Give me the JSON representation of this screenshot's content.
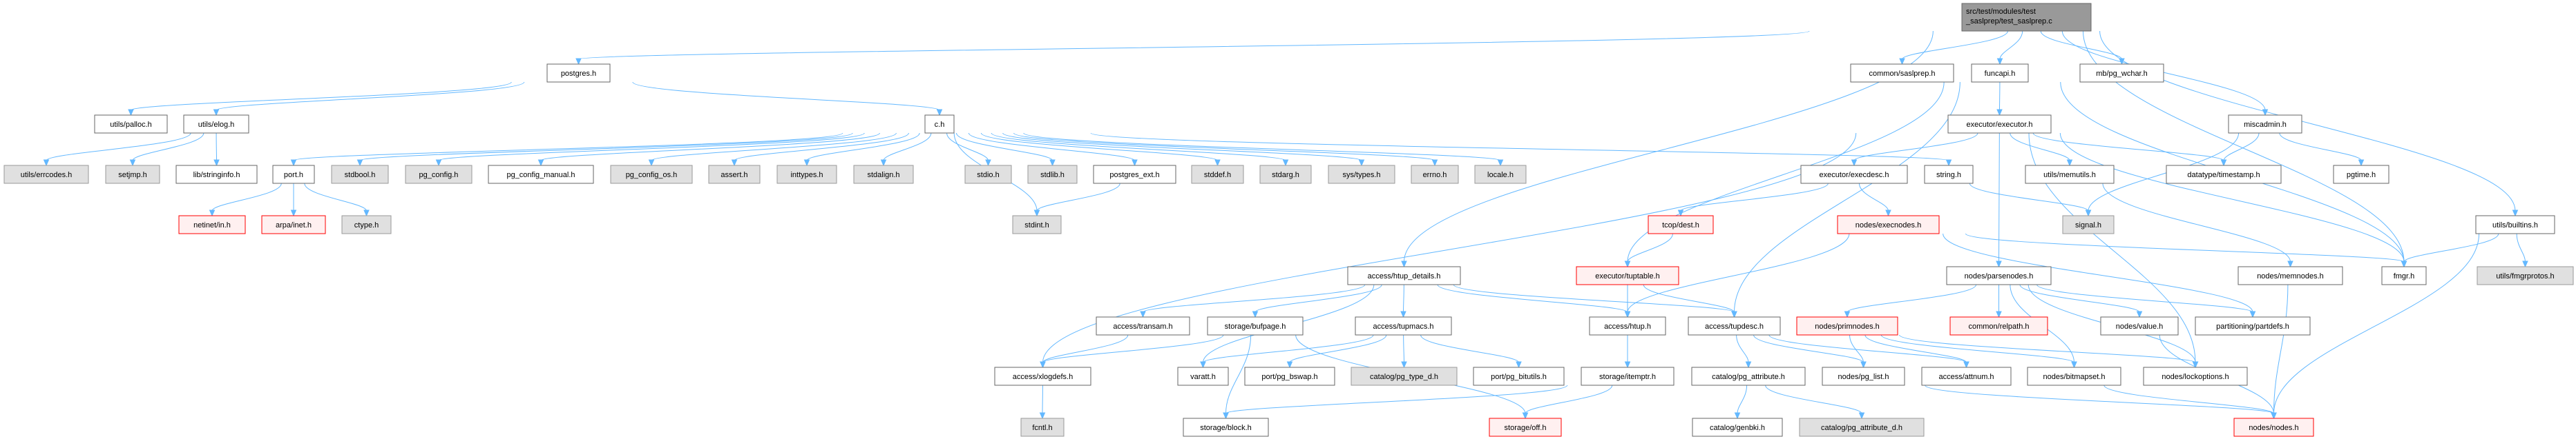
{
  "graph": {
    "root": {
      "id": "root",
      "lines": [
        "src/test/modules/test",
        "_saslprep/test_saslprep.c"
      ],
      "kind": "root"
    },
    "nodes": [
      {
        "id": "postgres",
        "label": "postgres.h",
        "kind": "white"
      },
      {
        "id": "saslprep",
        "label": "common/saslprep.h",
        "kind": "white"
      },
      {
        "id": "funcapi",
        "label": "funcapi.h",
        "kind": "white"
      },
      {
        "id": "pgwchar",
        "label": "mb/pg_wchar.h",
        "kind": "white"
      },
      {
        "id": "palloc",
        "label": "utils/palloc.h",
        "kind": "white"
      },
      {
        "id": "elog",
        "label": "utils/elog.h",
        "kind": "white"
      },
      {
        "id": "c",
        "label": "c.h",
        "kind": "white"
      },
      {
        "id": "executor",
        "label": "executor/executor.h",
        "kind": "white"
      },
      {
        "id": "miscadmin",
        "label": "miscadmin.h",
        "kind": "white"
      },
      {
        "id": "errcodes",
        "label": "utils/errcodes.h",
        "kind": "gray"
      },
      {
        "id": "setjmp",
        "label": "setjmp.h",
        "kind": "gray"
      },
      {
        "id": "stringinfo",
        "label": "lib/stringinfo.h",
        "kind": "white"
      },
      {
        "id": "port",
        "label": "port.h",
        "kind": "white"
      },
      {
        "id": "stdbool",
        "label": "stdbool.h",
        "kind": "gray"
      },
      {
        "id": "pgconfig",
        "label": "pg_config.h",
        "kind": "gray"
      },
      {
        "id": "pgconfigmanual",
        "label": "pg_config_manual.h",
        "kind": "white"
      },
      {
        "id": "pgconfigos",
        "label": "pg_config_os.h",
        "kind": "gray"
      },
      {
        "id": "assert",
        "label": "assert.h",
        "kind": "gray"
      },
      {
        "id": "inttypes",
        "label": "inttypes.h",
        "kind": "gray"
      },
      {
        "id": "stdalign",
        "label": "stdalign.h",
        "kind": "gray"
      },
      {
        "id": "stdio",
        "label": "stdio.h",
        "kind": "gray"
      },
      {
        "id": "stdlib",
        "label": "stdlib.h",
        "kind": "gray"
      },
      {
        "id": "postgresext",
        "label": "postgres_ext.h",
        "kind": "white"
      },
      {
        "id": "stddef",
        "label": "stddef.h",
        "kind": "gray"
      },
      {
        "id": "stdarg",
        "label": "stdarg.h",
        "kind": "gray"
      },
      {
        "id": "systypes",
        "label": "sys/types.h",
        "kind": "gray"
      },
      {
        "id": "errno",
        "label": "errno.h",
        "kind": "gray"
      },
      {
        "id": "locale",
        "label": "locale.h",
        "kind": "gray"
      },
      {
        "id": "execdesc",
        "label": "executor/execdesc.h",
        "kind": "white"
      },
      {
        "id": "string",
        "label": "string.h",
        "kind": "white"
      },
      {
        "id": "memutils",
        "label": "utils/memutils.h",
        "kind": "white"
      },
      {
        "id": "timestamp",
        "label": "datatype/timestamp.h",
        "kind": "white"
      },
      {
        "id": "pgtime",
        "label": "pgtime.h",
        "kind": "white"
      },
      {
        "id": "netinet",
        "label": "netinet/in.h",
        "kind": "red"
      },
      {
        "id": "arpainet",
        "label": "arpa/inet.h",
        "kind": "red"
      },
      {
        "id": "ctype",
        "label": "ctype.h",
        "kind": "gray"
      },
      {
        "id": "stdint",
        "label": "stdint.h",
        "kind": "gray"
      },
      {
        "id": "tcopdest",
        "label": "tcop/dest.h",
        "kind": "red"
      },
      {
        "id": "execnodes",
        "label": "nodes/execnodes.h",
        "kind": "red"
      },
      {
        "id": "signal",
        "label": "signal.h",
        "kind": "gray"
      },
      {
        "id": "builtins",
        "label": "utils/builtins.h",
        "kind": "white"
      },
      {
        "id": "htupdetails",
        "label": "access/htup_details.h",
        "kind": "white"
      },
      {
        "id": "tuptable",
        "label": "executor/tuptable.h",
        "kind": "red"
      },
      {
        "id": "parsenodes",
        "label": "nodes/parsenodes.h",
        "kind": "white"
      },
      {
        "id": "memnodes",
        "label": "nodes/memnodes.h",
        "kind": "white"
      },
      {
        "id": "fmgr",
        "label": "fmgr.h",
        "kind": "white"
      },
      {
        "id": "fmgrprotos",
        "label": "utils/fmgrprotos.h",
        "kind": "gray"
      },
      {
        "id": "transam",
        "label": "access/transam.h",
        "kind": "white"
      },
      {
        "id": "bufpage",
        "label": "storage/bufpage.h",
        "kind": "white"
      },
      {
        "id": "tupmacs",
        "label": "access/tupmacs.h",
        "kind": "white"
      },
      {
        "id": "htup",
        "label": "access/htup.h",
        "kind": "white"
      },
      {
        "id": "tupdesc",
        "label": "access/tupdesc.h",
        "kind": "white"
      },
      {
        "id": "primnodes",
        "label": "nodes/primnodes.h",
        "kind": "red"
      },
      {
        "id": "relpath",
        "label": "common/relpath.h",
        "kind": "red"
      },
      {
        "id": "value",
        "label": "nodes/value.h",
        "kind": "white"
      },
      {
        "id": "partdefs",
        "label": "partitioning/partdefs.h",
        "kind": "white"
      },
      {
        "id": "xlogdefs",
        "label": "access/xlogdefs.h",
        "kind": "white"
      },
      {
        "id": "varatt",
        "label": "varatt.h",
        "kind": "white"
      },
      {
        "id": "pgbswap",
        "label": "port/pg_bswap.h",
        "kind": "white"
      },
      {
        "id": "pgtyped",
        "label": "catalog/pg_type_d.h",
        "kind": "gray"
      },
      {
        "id": "pgbitutils",
        "label": "port/pg_bitutils.h",
        "kind": "white"
      },
      {
        "id": "itemptr",
        "label": "storage/itemptr.h",
        "kind": "white"
      },
      {
        "id": "pgattribute",
        "label": "catalog/pg_attribute.h",
        "kind": "white"
      },
      {
        "id": "pglist",
        "label": "nodes/pg_list.h",
        "kind": "white"
      },
      {
        "id": "attnum",
        "label": "access/attnum.h",
        "kind": "white"
      },
      {
        "id": "bitmapset",
        "label": "nodes/bitmapset.h",
        "kind": "white"
      },
      {
        "id": "lockoptions",
        "label": "nodes/lockoptions.h",
        "kind": "white"
      },
      {
        "id": "fcntl",
        "label": "fcntl.h",
        "kind": "gray"
      },
      {
        "id": "block",
        "label": "storage/block.h",
        "kind": "white"
      },
      {
        "id": "off",
        "label": "storage/off.h",
        "kind": "red"
      },
      {
        "id": "genbki",
        "label": "catalog/genbki.h",
        "kind": "white"
      },
      {
        "id": "pgattributed",
        "label": "catalog/pg_attribute_d.h",
        "kind": "gray"
      },
      {
        "id": "nodes",
        "label": "nodes/nodes.h",
        "kind": "red"
      }
    ],
    "edges": [
      [
        "root",
        "postgres"
      ],
      [
        "root",
        "saslprep"
      ],
      [
        "root",
        "funcapi"
      ],
      [
        "root",
        "pgwchar"
      ],
      [
        "root",
        "miscadmin"
      ],
      [
        "root",
        "fmgr"
      ],
      [
        "root",
        "builtins"
      ],
      [
        "root",
        "htupdetails"
      ],
      [
        "postgres",
        "palloc"
      ],
      [
        "postgres",
        "elog"
      ],
      [
        "postgres",
        "c"
      ],
      [
        "elog",
        "errcodes"
      ],
      [
        "elog",
        "setjmp"
      ],
      [
        "elog",
        "stringinfo"
      ],
      [
        "c",
        "port"
      ],
      [
        "c",
        "stdbool"
      ],
      [
        "c",
        "pgconfig"
      ],
      [
        "c",
        "pgconfigmanual"
      ],
      [
        "c",
        "pgconfigos"
      ],
      [
        "c",
        "assert"
      ],
      [
        "c",
        "inttypes"
      ],
      [
        "c",
        "stdalign"
      ],
      [
        "c",
        "stdio"
      ],
      [
        "c",
        "stdlib"
      ],
      [
        "c",
        "postgresext"
      ],
      [
        "c",
        "stddef"
      ],
      [
        "c",
        "stdarg"
      ],
      [
        "c",
        "systypes"
      ],
      [
        "c",
        "errno"
      ],
      [
        "c",
        "locale"
      ],
      [
        "c",
        "stdint"
      ],
      [
        "c",
        "string"
      ],
      [
        "port",
        "netinet"
      ],
      [
        "port",
        "arpainet"
      ],
      [
        "port",
        "ctype"
      ],
      [
        "postgresext",
        "stdint"
      ],
      [
        "funcapi",
        "executor"
      ],
      [
        "funcapi",
        "tupdesc"
      ],
      [
        "funcapi",
        "tuptable"
      ],
      [
        "funcapi",
        "fmgr"
      ],
      [
        "executor",
        "execdesc"
      ],
      [
        "executor",
        "memutils"
      ],
      [
        "executor",
        "timestamp"
      ],
      [
        "executor",
        "fmgr"
      ],
      [
        "executor",
        "parsenodes"
      ],
      [
        "executor",
        "lockoptions"
      ],
      [
        "executor",
        "xlogdefs"
      ],
      [
        "execdesc",
        "tcopdest"
      ],
      [
        "execdesc",
        "execnodes"
      ],
      [
        "miscadmin",
        "timestamp"
      ],
      [
        "miscadmin",
        "pgtime"
      ],
      [
        "miscadmin",
        "signal"
      ],
      [
        "string",
        "signal"
      ],
      [
        "memutils",
        "memnodes"
      ],
      [
        "execnodes",
        "htup"
      ],
      [
        "execnodes",
        "fmgr"
      ],
      [
        "execnodes",
        "partdefs"
      ],
      [
        "builtins",
        "fmgr"
      ],
      [
        "builtins",
        "fmgrprotos"
      ],
      [
        "builtins",
        "nodes"
      ],
      [
        "memnodes",
        "nodes"
      ],
      [
        "tcopdest",
        "tuptable"
      ],
      [
        "tuptable",
        "htup"
      ],
      [
        "tuptable",
        "tupdesc"
      ],
      [
        "htupdetails",
        "transam"
      ],
      [
        "htupdetails",
        "bufpage"
      ],
      [
        "htupdetails",
        "tupmacs"
      ],
      [
        "htupdetails",
        "htup"
      ],
      [
        "htupdetails",
        "tupdesc"
      ],
      [
        "htupdetails",
        "varatt"
      ],
      [
        "parsenodes",
        "primnodes"
      ],
      [
        "parsenodes",
        "relpath"
      ],
      [
        "parsenodes",
        "value"
      ],
      [
        "parsenodes",
        "partdefs"
      ],
      [
        "parsenodes",
        "bitmapset"
      ],
      [
        "parsenodes",
        "lockoptions"
      ],
      [
        "primnodes",
        "pglist"
      ],
      [
        "primnodes",
        "attnum"
      ],
      [
        "primnodes",
        "bitmapset"
      ],
      [
        "primnodes",
        "lockoptions"
      ],
      [
        "value",
        "nodes"
      ],
      [
        "pglist",
        "nodes"
      ],
      [
        "bitmapset",
        "nodes"
      ],
      [
        "tupdesc",
        "pgattribute"
      ],
      [
        "tupdesc",
        "pglist"
      ],
      [
        "tupdesc",
        "attnum"
      ],
      [
        "pgattribute",
        "genbki"
      ],
      [
        "pgattribute",
        "pgattributed"
      ],
      [
        "transam",
        "xlogdefs"
      ],
      [
        "bufpage",
        "xlogdefs"
      ],
      [
        "bufpage",
        "block"
      ],
      [
        "bufpage",
        "off"
      ],
      [
        "tupmacs",
        "varatt"
      ],
      [
        "tupmacs",
        "pgbswap"
      ],
      [
        "tupmacs",
        "pgtyped"
      ],
      [
        "tupmacs",
        "pgbitutils"
      ],
      [
        "htup",
        "itemptr"
      ],
      [
        "itemptr",
        "block"
      ],
      [
        "itemptr",
        "off"
      ],
      [
        "xlogdefs",
        "fcntl"
      ]
    ]
  }
}
